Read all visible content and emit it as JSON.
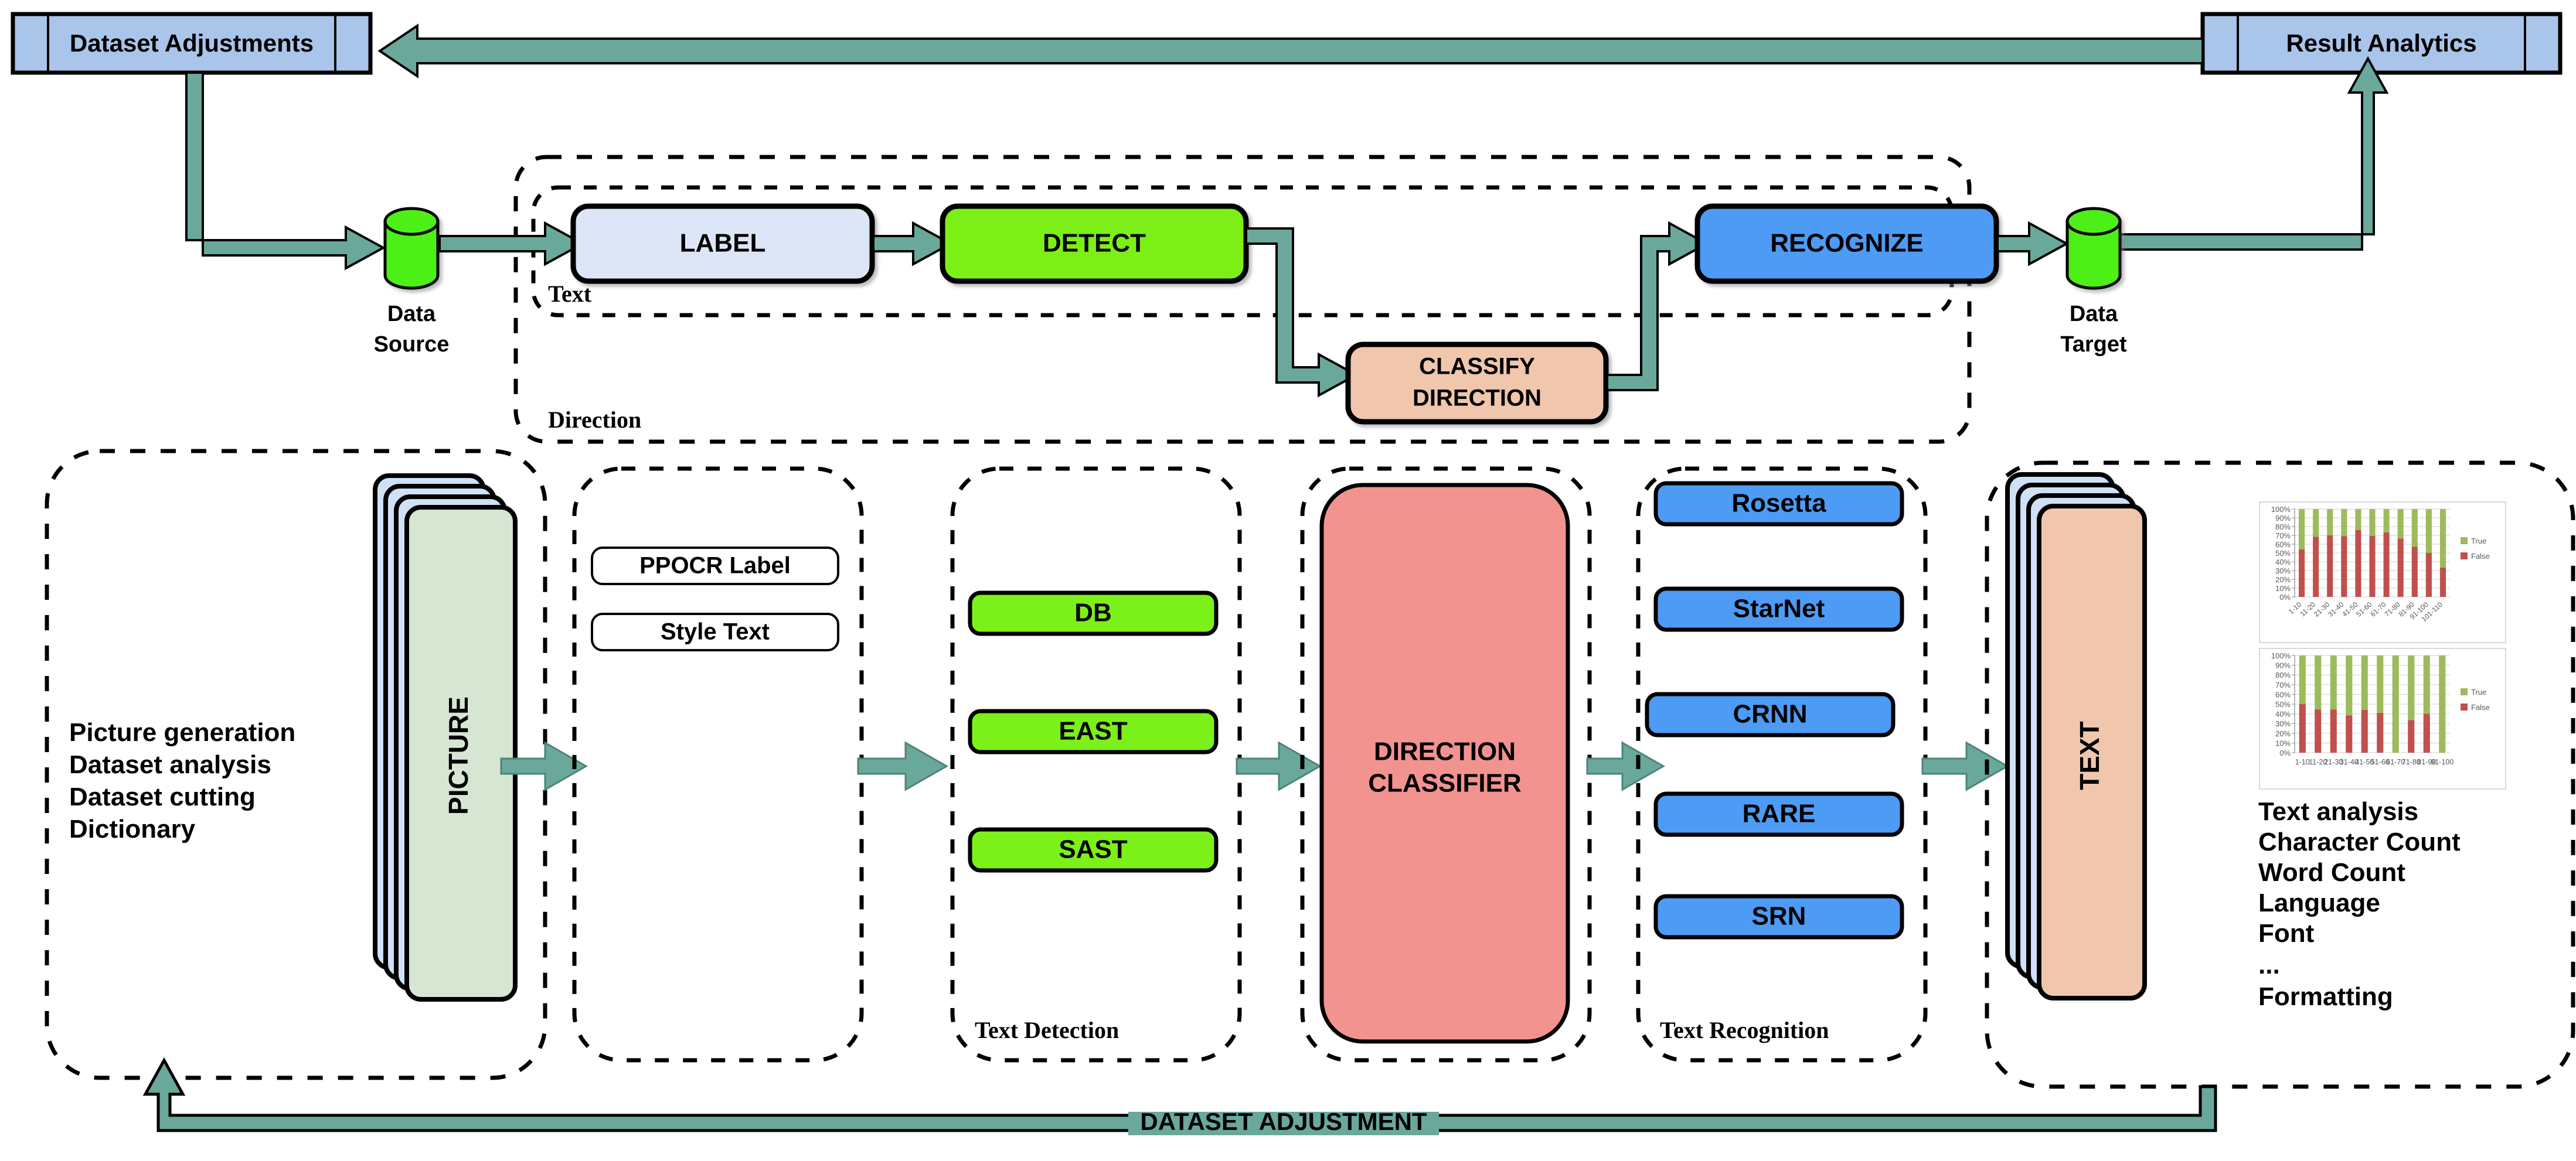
{
  "diagram": {
    "title_nodes": {
      "dataset_adjustments": "Dataset Adjustments",
      "result_analytics": "Result Analytics",
      "data_source": [
        "Data",
        "Source"
      ],
      "data_target": [
        "Data",
        "Target"
      ],
      "bottom_flow_label": "DATASET ADJUSTMENT"
    },
    "pipeline": {
      "group_outer_label": "Direction",
      "group_inner_label": "Text",
      "steps": [
        {
          "id": "label",
          "label": "LABEL",
          "color": "#dce6f6"
        },
        {
          "id": "detect",
          "label": "DETECT",
          "color": "#7cf019"
        },
        {
          "id": "classify_direction",
          "label": "CLASSIFY\nDIRECTION",
          "line1": "CLASSIFY",
          "line2": "DIRECTION",
          "color": "#f0c7ac"
        },
        {
          "id": "recognize",
          "label": "RECOGNIZE",
          "color": "#4d9bf5"
        }
      ]
    },
    "lower_panels": [
      {
        "id": "picture-generation",
        "caption": "",
        "text_lines": [
          "Picture generation",
          "Dataset analysis",
          "Dataset cutting",
          "Dictionary"
        ],
        "stack_label": "PICTURE",
        "stack_front_color": "#d6e6d2",
        "stack_back_color": "#cfe0f7"
      },
      {
        "id": "labeling-tools",
        "caption": "",
        "items": [
          {
            "label": "PPOCR Label",
            "color": "#ffffff"
          },
          {
            "label": "Style Text",
            "color": "#ffffff"
          }
        ]
      },
      {
        "id": "text-detection",
        "caption": "Text Detection",
        "items": [
          {
            "label": "DB",
            "color": "#7cf019"
          },
          {
            "label": "EAST",
            "color": "#7cf019"
          },
          {
            "label": "SAST",
            "color": "#7cf019"
          }
        ]
      },
      {
        "id": "direction-classifier",
        "caption": "",
        "items": [
          {
            "label": "DIRECTION\nCLASSIFIER",
            "line1": "DIRECTION",
            "line2": "CLASSIFIER",
            "color": "#f2938f"
          }
        ]
      },
      {
        "id": "text-recognition",
        "caption": "Text Recognition",
        "items": [
          {
            "label": "Rosetta",
            "color": "#4d9bf5"
          },
          {
            "label": "StarNet",
            "color": "#4d9bf5"
          },
          {
            "label": "CRNN",
            "color": "#4d9bf5"
          },
          {
            "label": "RARE",
            "color": "#4d9bf5"
          },
          {
            "label": "SRN",
            "color": "#4d9bf5"
          }
        ]
      },
      {
        "id": "text-analytics",
        "caption": "",
        "stack_label": "TEXT",
        "stack_front_color": "#f0c7ac",
        "stack_back_color": "#cfe0f7",
        "text_lines": [
          "Text analysis",
          "Character Count",
          "Word Count",
          "Language",
          "Font",
          "...",
          "Formatting"
        ]
      }
    ],
    "colors": {
      "arrow": "#6aa89b",
      "node_blue": "#aac5ea",
      "cylinder_green": "#4ef013",
      "dashed_border": "#000000"
    }
  },
  "chart_data": [
    {
      "type": "bar",
      "stacked": true,
      "title": "",
      "xlabel": "",
      "ylabel": "",
      "ylim": [
        0,
        100
      ],
      "ytick_labels": [
        "0%",
        "10%",
        "20%",
        "30%",
        "40%",
        "50%",
        "60%",
        "70%",
        "80%",
        "90%",
        "100%"
      ],
      "grid": true,
      "legend": [
        "True",
        "False"
      ],
      "legend_position": "right",
      "legend_colors": {
        "True": "#9dbb5c",
        "False": "#c0504d"
      },
      "categories": [
        "1-10",
        "11-20",
        "21-30",
        "31-40",
        "41-50",
        "51-60",
        "61-70",
        "71-80",
        "81-90",
        "91-100",
        "101-110"
      ],
      "series": [
        {
          "name": "False",
          "values": [
            54,
            68.5,
            70,
            69,
            76,
            69.5,
            73.5,
            66.5,
            57,
            50,
            33.5
          ]
        },
        {
          "name": "True",
          "values": [
            46,
            31.5,
            30,
            31,
            24,
            30.5,
            26.5,
            33.5,
            43,
            50,
            66.5
          ]
        }
      ]
    },
    {
      "type": "bar",
      "stacked": true,
      "title": "",
      "xlabel": "",
      "ylabel": "",
      "ylim": [
        0,
        100
      ],
      "ytick_labels": [
        "0%",
        "10%",
        "20%",
        "30%",
        "40%",
        "50%",
        "60%",
        "70%",
        "80%",
        "90%",
        "100%"
      ],
      "grid": true,
      "legend": [
        "True",
        "False"
      ],
      "legend_position": "right",
      "legend_colors": {
        "True": "#9dbb5c",
        "False": "#c0504d"
      },
      "categories": [
        "1-10",
        "11-20",
        "21-30",
        "31-40",
        "41-50",
        "51-60",
        "61-70",
        "71-80",
        "81-90",
        "91-100"
      ],
      "series": [
        {
          "name": "False",
          "values": [
            50,
            44.5,
            44.5,
            38.5,
            44,
            41,
            0,
            33.5,
            40,
            0
          ]
        },
        {
          "name": "True",
          "values": [
            50,
            55.5,
            55.5,
            61.5,
            56,
            59,
            100,
            66.5,
            60,
            100
          ]
        }
      ]
    }
  ]
}
